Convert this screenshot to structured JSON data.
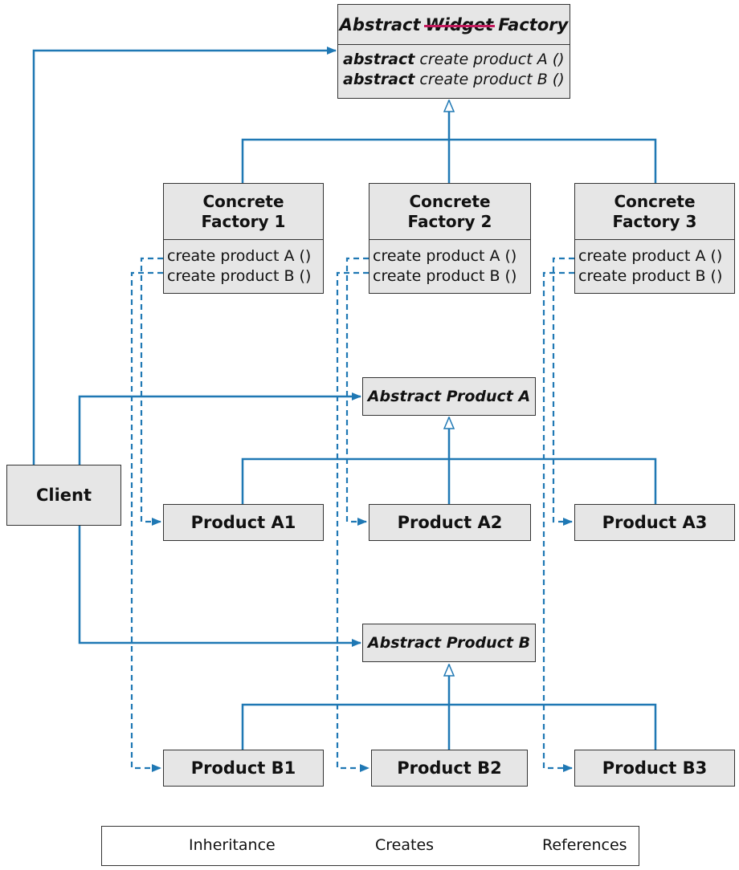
{
  "abstract_factory": {
    "title_prefix": "Abstract",
    "title_struck": "Widget",
    "title_suffix": "Factory",
    "ops": [
      {
        "keyword": "abstract",
        "text": "create product A ()"
      },
      {
        "keyword": "abstract",
        "text": "create product B ()"
      }
    ]
  },
  "concrete_factories": [
    {
      "line1": "Concrete",
      "line2": "Factory 1",
      "op_a": "create product A ()",
      "op_b": "create product B ()"
    },
    {
      "line1": "Concrete",
      "line2": "Factory 2",
      "op_a": "create product A ()",
      "op_b": "create product B ()"
    },
    {
      "line1": "Concrete",
      "line2": "Factory 3",
      "op_a": "create product A ()",
      "op_b": "create product B ()"
    }
  ],
  "abstract_products": {
    "a": "Abstract Product A",
    "b": "Abstract Product B"
  },
  "products_a": [
    "Product A1",
    "Product A2",
    "Product A3"
  ],
  "products_b": [
    "Product B1",
    "Product B2",
    "Product B3"
  ],
  "client": "Client",
  "legend": {
    "inheritance": "Inheritance",
    "creates": "Creates",
    "references": "References"
  },
  "colors": {
    "line": "#1f78b4",
    "box_fill": "#e6e6e6",
    "strike": "#c2185b"
  }
}
